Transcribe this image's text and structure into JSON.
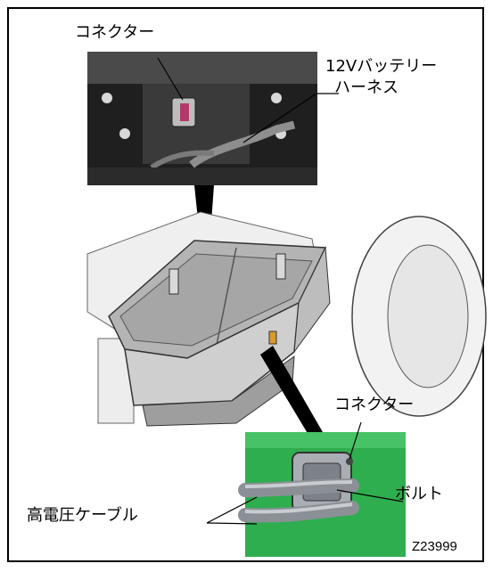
{
  "labels": {
    "connector_top": "コネクター",
    "harness_line1": "12Vバッテリー",
    "harness_line2": "ハーネス",
    "connector_bottom": "コネクター",
    "bolt": "ボルト",
    "hv_cable": "高電圧ケーブル",
    "figure_code": "Z23999"
  },
  "colors": {
    "border": "#000000",
    "photo_dark": "#2a2a2a",
    "battery_body": "#c9c9c9",
    "battery_top": "#a9a9a9",
    "tire": "#e6e6e6",
    "panel_green": "#28a745",
    "cable_gray": "#9aa0a6"
  }
}
